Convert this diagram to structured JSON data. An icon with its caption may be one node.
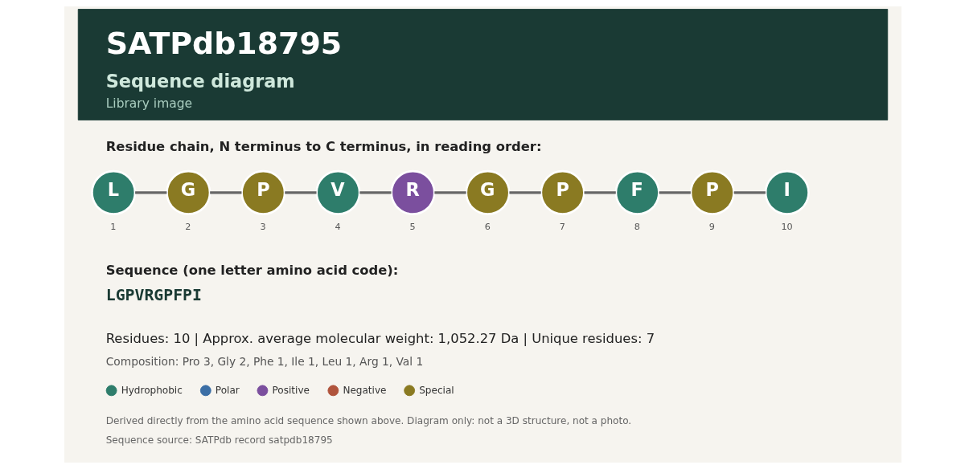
{
  "diagram": {
    "nodes": [
      {
        "text": [
          "SATPdb18795",
          "Sequence diagram",
          "Library image"
        ]
      },
      {
        "text": [
          "L"
        ],
        "beside": [
          "1"
        ]
      },
      {
        "text": [
          "G"
        ],
        "beside": [
          "2"
        ]
      },
      {
        "text": [
          "P"
        ],
        "beside": [
          "3"
        ]
      },
      {
        "text": [
          "V"
        ],
        "beside": [
          "4"
        ]
      },
      {
        "text": [
          "R"
        ],
        "beside": [
          "5"
        ]
      },
      {
        "text": [
          "G"
        ],
        "beside": [
          "6"
        ]
      },
      {
        "text": [
          "P"
        ],
        "beside": [
          "7"
        ]
      },
      {
        "text": [
          "F"
        ],
        "beside": [
          "8"
        ]
      },
      {
        "text": [
          "P"
        ],
        "beside": [
          "9"
        ]
      },
      {
        "text": [
          "I"
        ],
        "beside": [
          "10"
        ]
      }
    ],
    "edges": [
      {
        "from": 1,
        "to": 2,
        "arrow": "none"
      },
      {
        "from": 2,
        "to": 3,
        "arrow": "none"
      },
      {
        "from": 3,
        "to": 4,
        "arrow": "none"
      },
      {
        "from": 4,
        "to": 5,
        "arrow": "none"
      },
      {
        "from": 5,
        "to": 6,
        "arrow": "none"
      },
      {
        "from": 6,
        "to": 7,
        "arrow": "none"
      },
      {
        "from": 7,
        "to": 8,
        "arrow": "none"
      },
      {
        "from": 8,
        "to": 9,
        "arrow": "none"
      },
      {
        "from": 9,
        "to": 10,
        "arrow": "none"
      }
    ],
    "labels": [
      "Residue chain, N terminus to C terminus, in reading order:",
      "Sequence (one letter amino acid code):",
      "LGPVRGPFPI",
      "Residues: 10 | Approx. average molecular weight: 1,052.27 Da | Unique residues: 7",
      "Composition: Pro 3, Gly 2, Phe 1, Ile 1, Leu 1, Arg 1, Val 1",
      "Derived directly from the amino acid sequence shown above. Diagram only: not a 3D structure, not a photo.",
      "Sequence source: SATPdb record satpdb18795"
    ],
    "legend": [
      {
        "text": "Hydrophobic",
        "color": "#2e7d6b"
      },
      {
        "text": "Polar",
        "color": "#3b6ea5"
      },
      {
        "text": "Positive",
        "color": "#7b4f9e"
      },
      {
        "text": "Negative",
        "color": "#b0543c"
      },
      {
        "text": "Special",
        "color": "#8a7a22"
      }
    ]
  }
}
